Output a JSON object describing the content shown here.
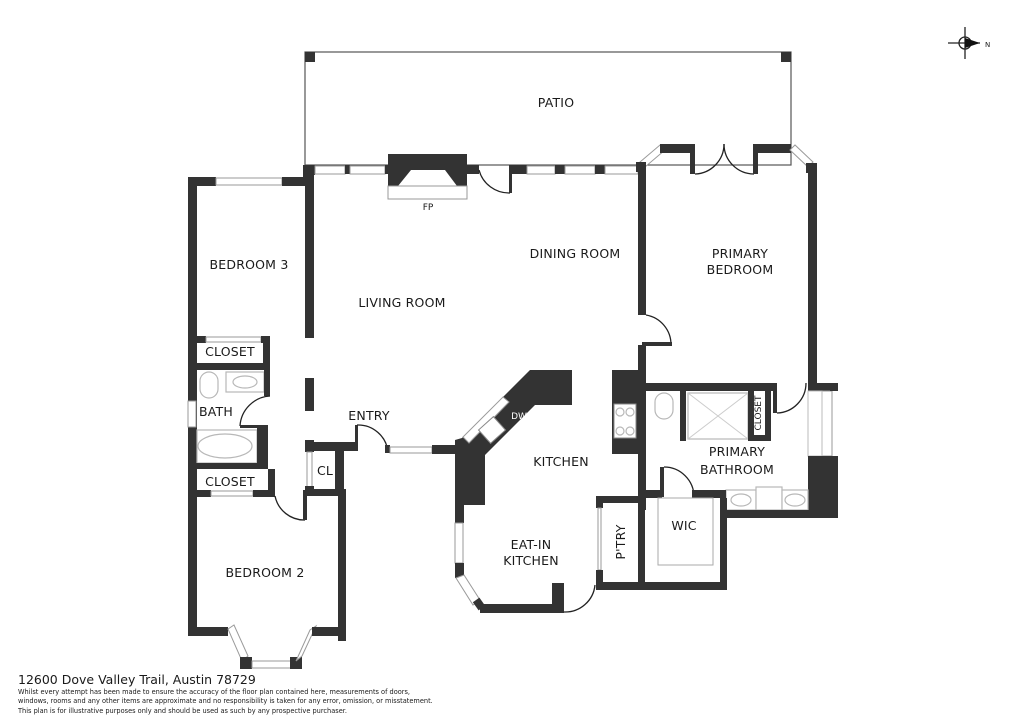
{
  "floor_plan": {
    "address": "12600 Dove Valley Trail, Austin 78729",
    "disclaimer": [
      "Whilst every attempt has been made to ensure the accuracy of the floor plan contained here, measurements of doors,",
      "windows, rooms and any other items are approximate and no responsibility is taken for any error, omission, or misstatement.",
      "This plan is for illustrative purposes only and should be used as such by any prospective purchaser."
    ],
    "compass": {
      "label": "N",
      "icon": "compass-north-icon"
    },
    "rooms": {
      "patio": "PATIO",
      "fireplace": "FP",
      "dining_room": "DINING ROOM",
      "living_room": "LIVING ROOM",
      "bedroom_3": "BEDROOM  3",
      "closet_1": "CLOSET",
      "bath": "BATH",
      "closet_2": "CLOSET",
      "closet_cl": "CL",
      "entry": "ENTRY",
      "bedroom_2": "BEDROOM  2",
      "kitchen": "KITCHEN",
      "dishwasher": "DW",
      "eat_in_kitchen_line1": "EAT-IN",
      "eat_in_kitchen_line2": "KITCHEN",
      "pantry": "P'TRY",
      "primary_bedroom_line1": "PRIMARY",
      "primary_bedroom_line2": "BEDROOM",
      "primary_bathroom_line1": "PRIMARY",
      "primary_bathroom_line2": "BATHROOM",
      "primary_closet": "CLOSET",
      "wic": "WIC"
    },
    "colors": {
      "wall": "#333333",
      "background": "#ffffff",
      "window": "#9a9a9a"
    }
  }
}
